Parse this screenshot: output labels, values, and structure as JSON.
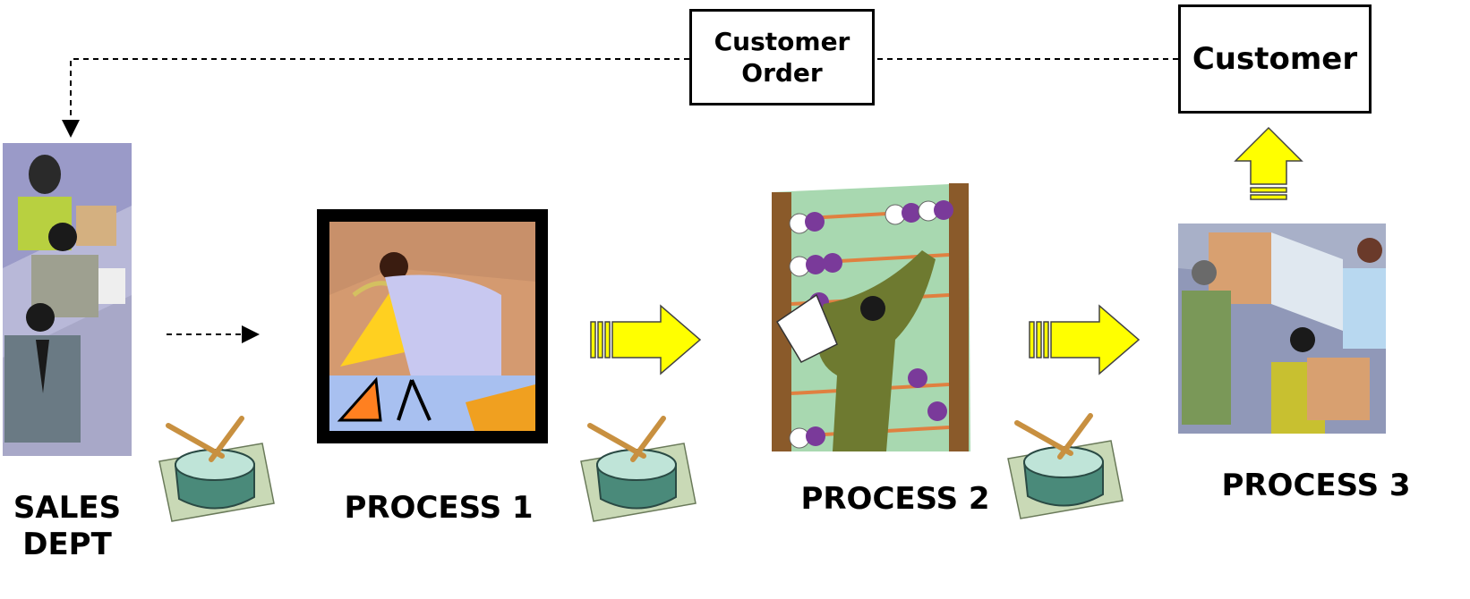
{
  "order_box": {
    "label": "Customer\nOrder"
  },
  "customer_box": {
    "label": "Customer"
  },
  "labels": {
    "sales": "SALES\nDEPT",
    "process1": "PROCESS 1",
    "process2": "PROCESS 2",
    "process3": "PROCESS 3"
  },
  "colors": {
    "arrow_fill": "#ffff00",
    "arrow_stroke": "#444444",
    "drum_body": "#4a8a7a",
    "drum_stick": "#c89040",
    "clipart_background": "#000000"
  },
  "icons": [
    "sales-team-clipart",
    "drafting-man-clipart",
    "abacus-man-clipart",
    "warehouse-workers-clipart",
    "drum-icon",
    "flow-arrow-icon"
  ]
}
